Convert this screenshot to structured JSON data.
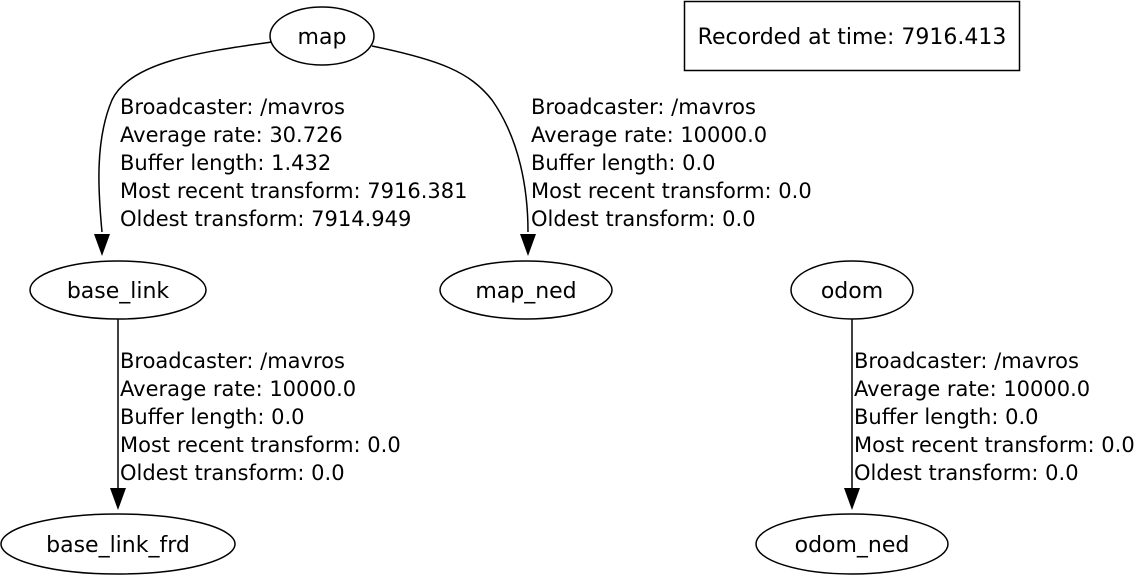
{
  "recorded": "Recorded at time: 7916.413",
  "nodes": {
    "map": "map",
    "base_link": "base_link",
    "map_ned": "map_ned",
    "odom": "odom",
    "base_link_frd": "base_link_frd",
    "odom_ned": "odom_ned"
  },
  "edges": {
    "map_base_link": [
      "Broadcaster: /mavros",
      "Average rate: 30.726",
      "Buffer length: 1.432",
      "Most recent transform: 7916.381",
      "Oldest transform: 7914.949"
    ],
    "map_map_ned": [
      "Broadcaster: /mavros",
      "Average rate: 10000.0",
      "Buffer length: 0.0",
      "Most recent transform: 0.0",
      "Oldest transform: 0.0"
    ],
    "base_link_base_link_frd": [
      "Broadcaster: /mavros",
      "Average rate: 10000.0",
      "Buffer length: 0.0",
      "Most recent transform: 0.0",
      "Oldest transform: 0.0"
    ],
    "odom_odom_ned": [
      "Broadcaster: /mavros",
      "Average rate: 10000.0",
      "Buffer length: 0.0",
      "Most recent transform: 0.0",
      "Oldest transform: 0.0"
    ]
  }
}
